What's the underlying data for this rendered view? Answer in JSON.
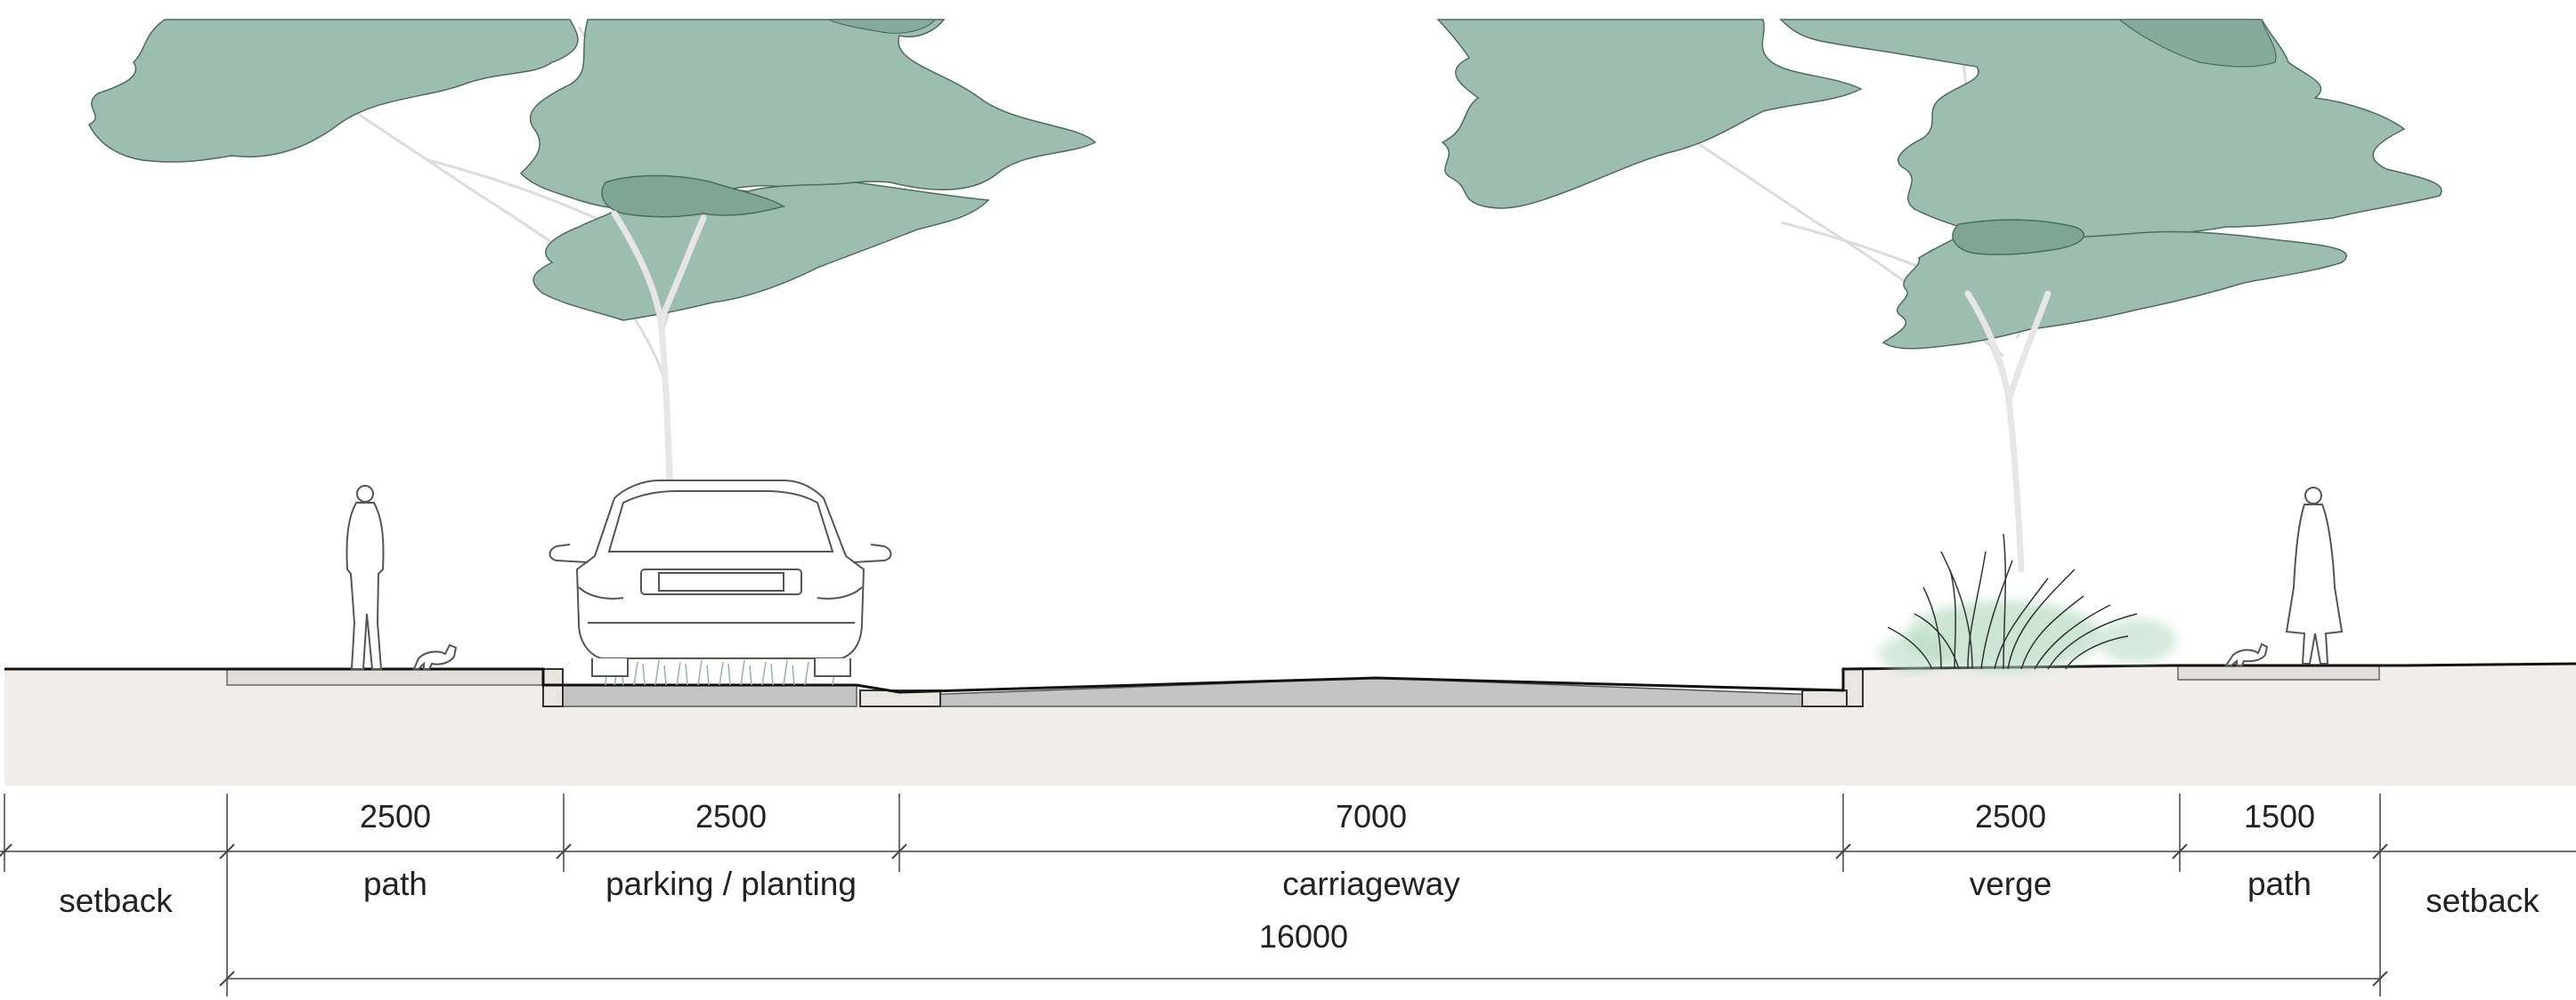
{
  "section": {
    "zones": [
      {
        "id": "setback-left",
        "label": "setback",
        "dimension": ""
      },
      {
        "id": "path-left",
        "label": "path",
        "dimension": "2500"
      },
      {
        "id": "parking-planting",
        "label": "parking / planting",
        "dimension": "2500"
      },
      {
        "id": "carriageway",
        "label": "carriageway",
        "dimension": "7000"
      },
      {
        "id": "verge",
        "label": "verge",
        "dimension": "2500"
      },
      {
        "id": "path-right",
        "label": "path",
        "dimension": "1500"
      },
      {
        "id": "setback-right",
        "label": "setback",
        "dimension": ""
      }
    ],
    "overall_dimension": "16000"
  },
  "colors": {
    "foliage": "#9dbdb0",
    "foliage_dark": "#7fa596",
    "foliage_edge": "#4d6b5f",
    "ground_fill": "#f1eeea",
    "road_surface": "#c4c4c4",
    "line": "#111111",
    "figure_line": "#555555",
    "grass": "#b8dcc3",
    "trunk": "#dddddd"
  }
}
